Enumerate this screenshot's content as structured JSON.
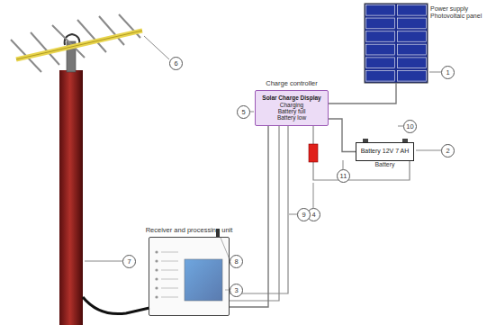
{
  "diagram": {
    "nodes": [
      {
        "text": [
          "Power supply Photovoltaic panel"
        ]
      },
      {
        "text": [
          "Charge controller",
          "Solar Charge Display",
          "Charging",
          "Battery full",
          "Battery low"
        ]
      },
      {
        "text": [
          "Battery 12V 7 AH",
          "Battery"
        ]
      },
      {
        "text": [
          "Receiver and processing unit"
        ]
      }
    ],
    "edges": [
      {
        "from": 0,
        "to": 1,
        "arrow": "none"
      },
      {
        "from": 1,
        "to": 2,
        "arrow": "none"
      },
      {
        "from": 1,
        "to": 3,
        "arrow": "none"
      }
    ],
    "labels": [
      "1",
      "2",
      "3",
      "4",
      "5",
      "6",
      "7",
      "8",
      "9",
      "10",
      "11"
    ]
  }
}
